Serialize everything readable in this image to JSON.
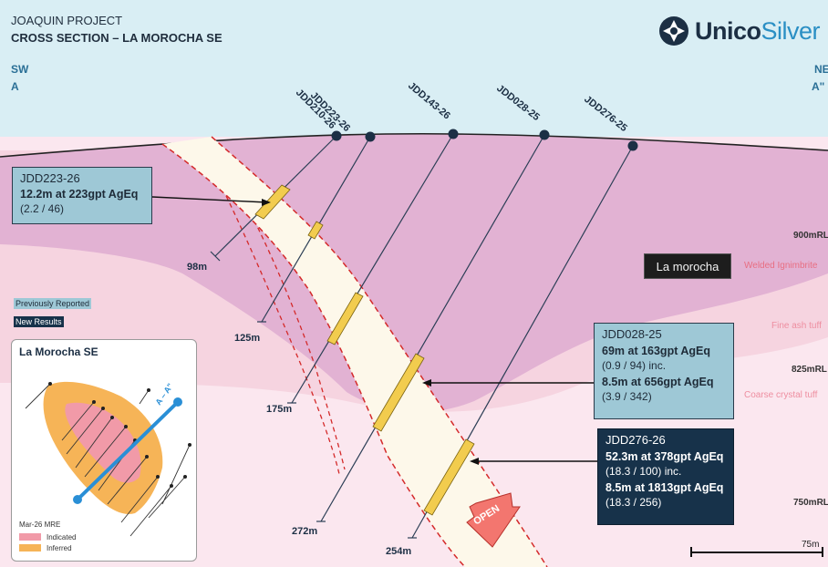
{
  "header": {
    "project": "JOAQUIN PROJECT",
    "section": "CROSS SECTION – LA MOROCHA SE",
    "left_dir": "SW",
    "left_label": "A",
    "right_dir": "NE",
    "right_label": "A\""
  },
  "brand": {
    "part1": "Unico",
    "part2": "Silver",
    "accent": "#2a8fc4",
    "dark": "#1c2f44"
  },
  "drillholes": [
    {
      "id": "JDD223-26",
      "end_depth": "98m"
    },
    {
      "id": "JDD210-26",
      "end_depth": "125m"
    },
    {
      "id": "JDD143-26",
      "end_depth": "175m"
    },
    {
      "id": "JDD028-25",
      "end_depth": "272m"
    },
    {
      "id": "JDD276-25",
      "end_depth": "254m"
    }
  ],
  "elevations": [
    "900mRL",
    "825mRL",
    "750mRL"
  ],
  "lithology": {
    "welded": "Welded Ignimbrite",
    "fine": "Fine ash tuff",
    "coarse": "Coarse crystal tuff"
  },
  "callouts": {
    "jdd223": {
      "name": "JDD223-26",
      "r1": "12.2m at 223gpt AgEq",
      "s1": "(2.2 / 46)"
    },
    "jdd028": {
      "name": "JDD028-25",
      "r1": "69m at 163gpt AgEq",
      "s1": "(0.9 / 94) inc.",
      "r2": "8.5m at 656gpt AgEq",
      "s2": "(3.9 / 342)"
    },
    "jdd276": {
      "name": "JDD276-26",
      "r1": "52.3m at 378gpt AgEq",
      "s1": "(18.3 / 100) inc.",
      "r2": "8.5m at 1813gpt AgEq",
      "s2": "(18.3 / 256)"
    }
  },
  "legend": {
    "previous": "Previously Reported",
    "new": "New Results"
  },
  "open_label": "OPEN",
  "tooltip": "La morocha",
  "scale_label": "75m",
  "inset": {
    "title": "La Morocha SE",
    "section_label": "A – A\"",
    "mre": "Mar-26 MRE",
    "indicated": "Indicated",
    "inferred": "Inferred"
  },
  "colors": {
    "sky": "#d9eef4",
    "welded": "#e2b2d3",
    "fine": "#f6d4e0",
    "coarse": "#fbe7ef",
    "vein": "#fdf8ea",
    "intercept": "#f2cc4e",
    "indicated": "#f19aa8",
    "inferred": "#f6b457"
  }
}
